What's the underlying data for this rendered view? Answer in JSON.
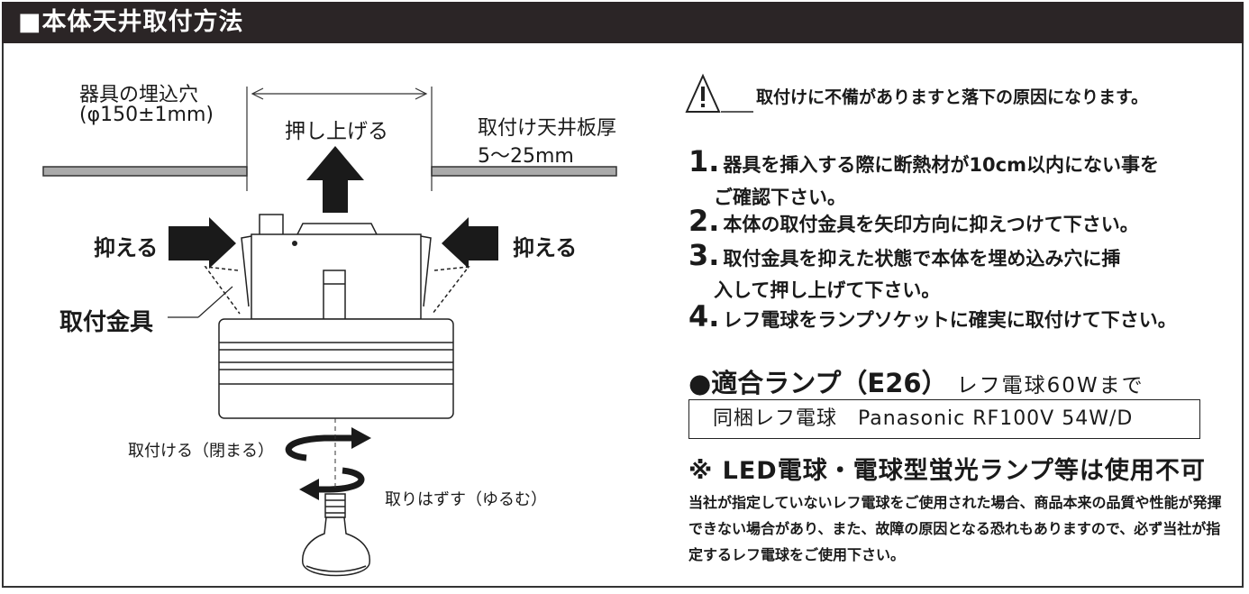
{
  "header": {
    "title": "■本体天井取付方法"
  },
  "diagram": {
    "hole_label_line1": "器具の埋込穴",
    "hole_label_line2": "(φ150±1mm)",
    "push_up": "押し上げる",
    "ceiling_label_line1": "取付け天井板厚",
    "ceiling_label_line2": "5〜25mm",
    "press_left": "抑える",
    "press_right": "抑える",
    "bracket": "取付金具",
    "attach": "取付ける（閉まる）",
    "remove": "取りはずす（ゆるむ）"
  },
  "warning": {
    "icon": "warning-triangle-icon",
    "text": "取付けに不備がありますと落下の原因になります。"
  },
  "steps": [
    {
      "num": "1.",
      "line1": "器具を挿入する際に断熱材が10cm以内にない事を",
      "line2": "ご確認下さい。"
    },
    {
      "num": "2.",
      "line1": "本体の取付金具を矢印方向に抑えつけて下さい。"
    },
    {
      "num": "3.",
      "line1": "取付金具を抑えた状態で本体を埋め込み穴に挿",
      "line2": "入して押し上げて下さい。"
    },
    {
      "num": "4.",
      "line1": "レフ電球をランプソケットに確実に取付けて下さい。"
    }
  ],
  "lamp": {
    "title": "●適合ランプ（E26）",
    "note": "レフ電球60Wまで",
    "bundled": "同梱レフ電球　Panasonic RF100V 54W/D",
    "not_usable": "※ LED電球・電球型蛍光ランプ等は使用不可",
    "disclaimer": "当社が指定していないレフ電球をご使用された場合、商品本来の品質や性能が発揮できない場合があり、また、故障の原因となる恐れもありますので、必ず当社が指定するレフ電球をご使用下さい。"
  }
}
